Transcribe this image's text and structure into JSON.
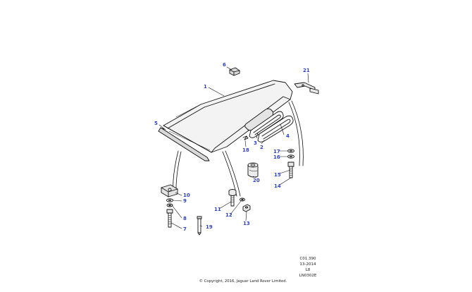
{
  "diagram": {
    "callouts": [
      "1",
      "2",
      "3",
      "4",
      "5",
      "6",
      "7",
      "8",
      "9",
      "10",
      "11",
      "12",
      "13",
      "14",
      "15",
      "16",
      "17",
      "18",
      "19",
      "20",
      "21"
    ],
    "reference_codes": [
      "C01.390",
      "13-2014",
      "L8",
      "LN0302E"
    ],
    "copyright": "© Copyright, 2016, Jaguar Land Rover Limited."
  },
  "colors": {
    "callout": "#2b3fd6",
    "line": "#111111",
    "fill_light": "#f2f2f2",
    "fill_mid": "#d9d9d9"
  }
}
